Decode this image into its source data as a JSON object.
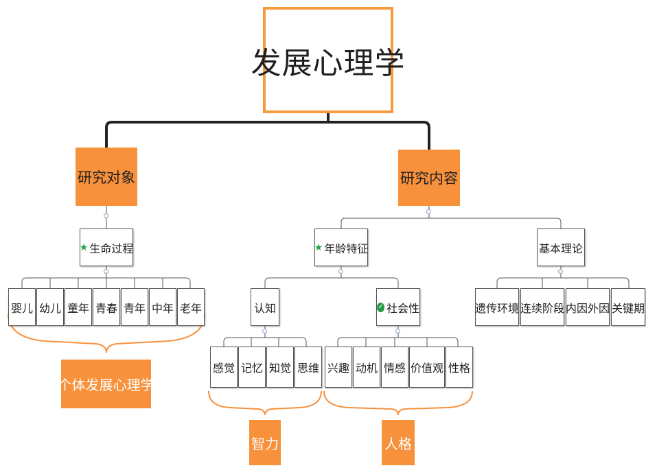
{
  "root": "发展心理学",
  "branches": {
    "left": {
      "title": "研究对象",
      "sub": "生命过程",
      "sub_icon": "star-icon",
      "leaves": [
        "婴儿",
        "幼儿",
        "童年",
        "青春",
        "青年",
        "中年",
        "老年"
      ],
      "summary": "个体发展心理学"
    },
    "right": {
      "title": "研究内容",
      "age": {
        "title": "年龄特征",
        "icon": "star-icon",
        "cognition": {
          "title": "认知",
          "leaves": [
            "感觉",
            "记忆",
            "知觉",
            "思维"
          ],
          "summary": "智力"
        },
        "social": {
          "title": "社会性",
          "icon": "check-icon",
          "leaves": [
            "兴趣",
            "动机",
            "情感",
            "价值观",
            "性格"
          ],
          "summary": "人格"
        }
      },
      "theory": {
        "title": "基本理论",
        "leaves": [
          "遗传环境",
          "连续阶段",
          "内因外因",
          "关键期"
        ]
      }
    }
  },
  "colors": {
    "accent": "#f7913c",
    "root_border": "#f79a3e",
    "star": "#1fa846",
    "check": "#2a9a4a",
    "connector": "#222222"
  }
}
